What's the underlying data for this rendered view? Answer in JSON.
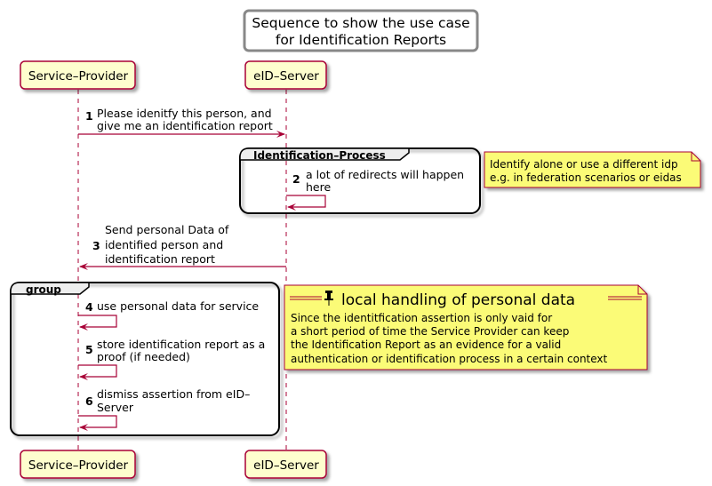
{
  "title": {
    "line1": "Sequence to show the use case",
    "line2": "for Identification Reports"
  },
  "participants": {
    "service_provider": "Service–Provider",
    "eid_server": "eID–Server"
  },
  "messages": [
    {
      "number": "1",
      "line1": "Please idenitfy this person, and",
      "line2": "give me an identification report"
    },
    {
      "number": "2",
      "line1": "a lot of redirects will happen",
      "line2": "here"
    },
    {
      "number": "3",
      "line1": "Send personal Data of",
      "line2": "identified person and",
      "line3": "identification report"
    },
    {
      "number": "4",
      "line1": "use personal data for service"
    },
    {
      "number": "5",
      "line1": "store identification report as a",
      "line2": "proof (if needed)"
    },
    {
      "number": "6",
      "line1": "dismiss assertion from eID–",
      "line2": "Server"
    }
  ],
  "groups": {
    "identification_process": "Identification–Process",
    "group": "group"
  },
  "notes": {
    "idp": {
      "line1": "Identify alone or use a different idp",
      "line2": "e.g. in federation scenarios or eidas"
    },
    "local": {
      "heading": "local handling of personal data",
      "line1": "Since the identitfication assertion is only vaid for",
      "line2": "a short period of time the Service Provider can keep",
      "line3": "the Identification Report as an evidence for a valid",
      "line4": "authentication or identification process in a certain context"
    }
  },
  "colors": {
    "participant_fill": "#fefece",
    "participant_border": "#a80036",
    "arrow": "#a80036",
    "note_fill": "#fbfb77",
    "note_border": "#a80036"
  }
}
